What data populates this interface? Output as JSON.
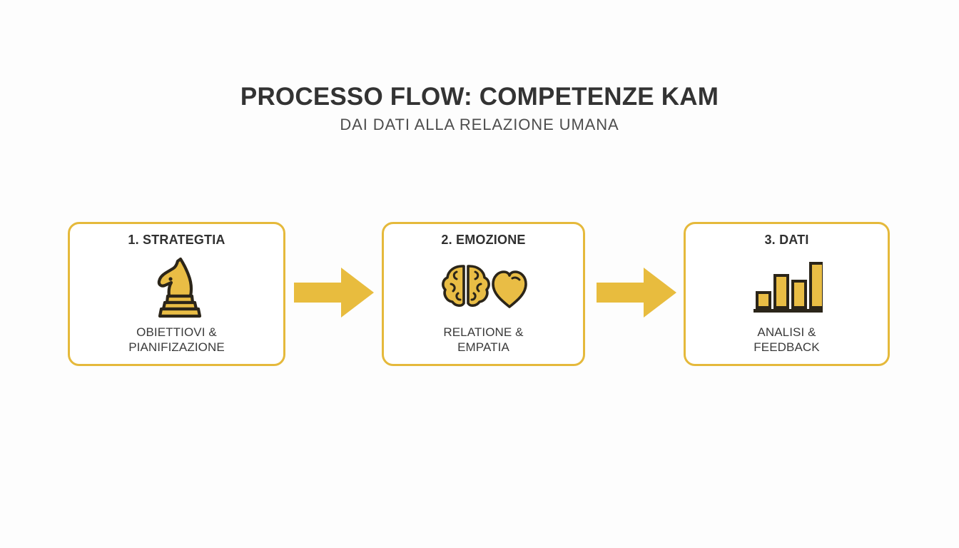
{
  "header": {
    "title": "PROCESSO FLOW: COMPETENZE KAM",
    "subtitle": "DAI DATI ALLA RELAZIONE UMANA"
  },
  "theme": {
    "accent": "#e5b93b",
    "arrow_fill": "#e8bc3e",
    "icon_fill": "#e9bd45",
    "icon_stroke": "#2b2519",
    "title_color": "#333333",
    "subtitle_color": "#4d4d4d",
    "card_background": "#ffffff",
    "page_background": "#fdfdfd"
  },
  "flow": {
    "steps": [
      {
        "title": "1. STRATEGTIA",
        "caption": "OBIETTIOVI &\nPIANIFIZAZIONE",
        "icon": "chess-knight-icon"
      },
      {
        "title": "2. EMOZIONE",
        "caption": "RELATIONE &\nEMPATIA",
        "icon": "brain-heart-icon"
      },
      {
        "title": "3. DATI",
        "caption": "ANALISI &\nFEEDBACK",
        "icon": "bar-chart-icon"
      }
    ],
    "connectors": [
      {
        "icon": "arrow-right-icon"
      },
      {
        "icon": "arrow-right-icon"
      }
    ]
  },
  "chart_data": {
    "type": "bar",
    "title": "",
    "categories": [
      "1",
      "2",
      "3",
      "4"
    ],
    "values": [
      30,
      62,
      52,
      88
    ],
    "xlabel": "",
    "ylabel": "",
    "ylim": [
      0,
      100
    ],
    "grid": false,
    "legend": "none"
  }
}
